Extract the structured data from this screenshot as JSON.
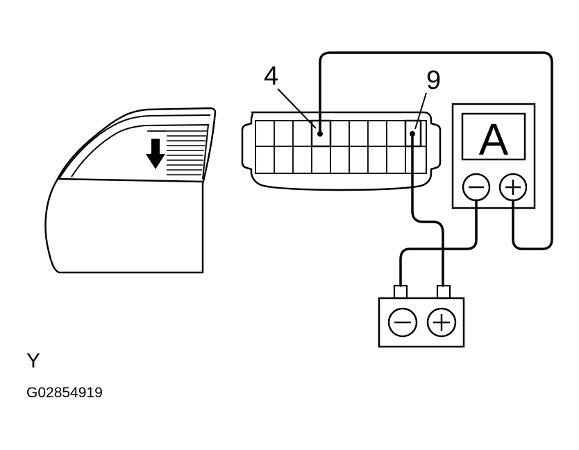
{
  "diagram": {
    "pins": [
      {
        "id": "pin-4",
        "label": "4"
      },
      {
        "id": "pin-9",
        "label": "9"
      }
    ],
    "ammeter": {
      "unit_letter": "A"
    },
    "view_label": "Y",
    "figure_code": "G02854919"
  }
}
